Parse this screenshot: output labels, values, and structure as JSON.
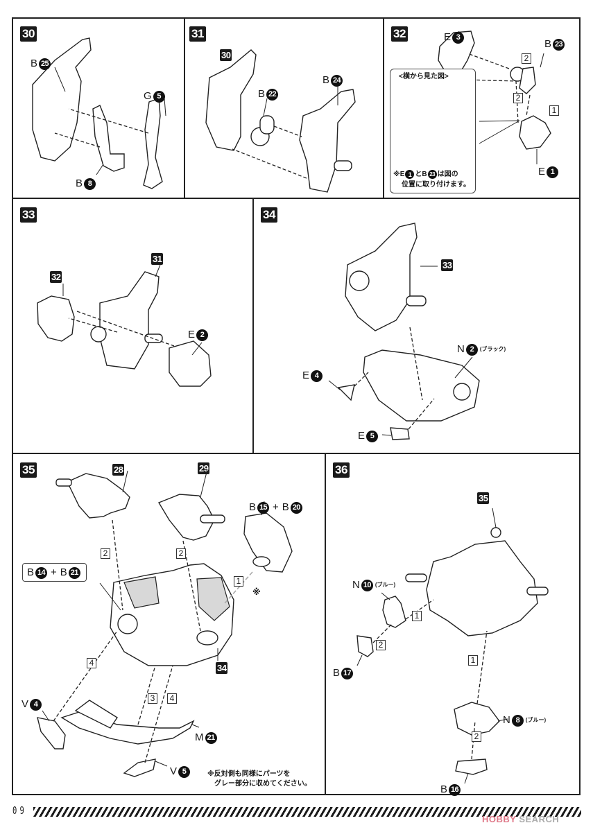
{
  "page": {
    "number": "09",
    "watermark": {
      "brand_a": "HOBBY",
      "brand_b": "SEARCH"
    }
  },
  "steps": [
    {
      "id": "30",
      "parts": [
        {
          "runner": "B",
          "num": "25"
        },
        {
          "runner": "G",
          "num": "5"
        },
        {
          "runner": "B",
          "num": "8"
        }
      ]
    },
    {
      "id": "31",
      "refs": [
        "30"
      ],
      "parts": [
        {
          "runner": "B",
          "num": "22"
        },
        {
          "runner": "B",
          "num": "24"
        }
      ]
    },
    {
      "id": "32",
      "parts": [
        {
          "runner": "E",
          "num": "3"
        },
        {
          "runner": "B",
          "num": "23"
        },
        {
          "runner": "E",
          "num": "1"
        }
      ],
      "orders": [
        "2",
        "2",
        "1"
      ],
      "callout": {
        "title": "<横から見た図>",
        "note_prefix": "※E",
        "note_num1": "1",
        "note_mid": "とB",
        "note_num2": "23",
        "note_suffix": "は図の",
        "note_line2": "位置に取り付けます。"
      }
    },
    {
      "id": "33",
      "refs": [
        "32",
        "31"
      ],
      "parts": [
        {
          "runner": "E",
          "num": "2"
        }
      ]
    },
    {
      "id": "34",
      "refs": [
        "33"
      ],
      "parts": [
        {
          "runner": "N",
          "num": "2",
          "note": "(ブラック)"
        },
        {
          "runner": "E",
          "num": "4"
        },
        {
          "runner": "E",
          "num": "5"
        }
      ]
    },
    {
      "id": "35",
      "refs": [
        "28",
        "29",
        "34"
      ],
      "parts": [
        {
          "runner": "B",
          "num": "15",
          "plus_runner": "B",
          "plus_num": "20"
        },
        {
          "runner": "B",
          "num": "14",
          "plus_runner": "B",
          "plus_num": "21"
        },
        {
          "runner": "V",
          "num": "4"
        },
        {
          "runner": "M",
          "num": "21"
        },
        {
          "runner": "V",
          "num": "5"
        }
      ],
      "orders": [
        "2",
        "2",
        "1",
        "4",
        "3",
        "4"
      ],
      "mark": "※",
      "note_line1": "※反対側も同様にパーツを",
      "note_line2": "グレー部分に収めてください。"
    },
    {
      "id": "36",
      "refs": [
        "35"
      ],
      "parts": [
        {
          "runner": "N",
          "num": "10",
          "note": "(ブルー)"
        },
        {
          "runner": "B",
          "num": "17"
        },
        {
          "runner": "N",
          "num": "8",
          "note": "(ブルー)"
        },
        {
          "runner": "B",
          "num": "16"
        }
      ],
      "orders": [
        "1",
        "2",
        "1",
        "2"
      ]
    }
  ],
  "plus": "+"
}
